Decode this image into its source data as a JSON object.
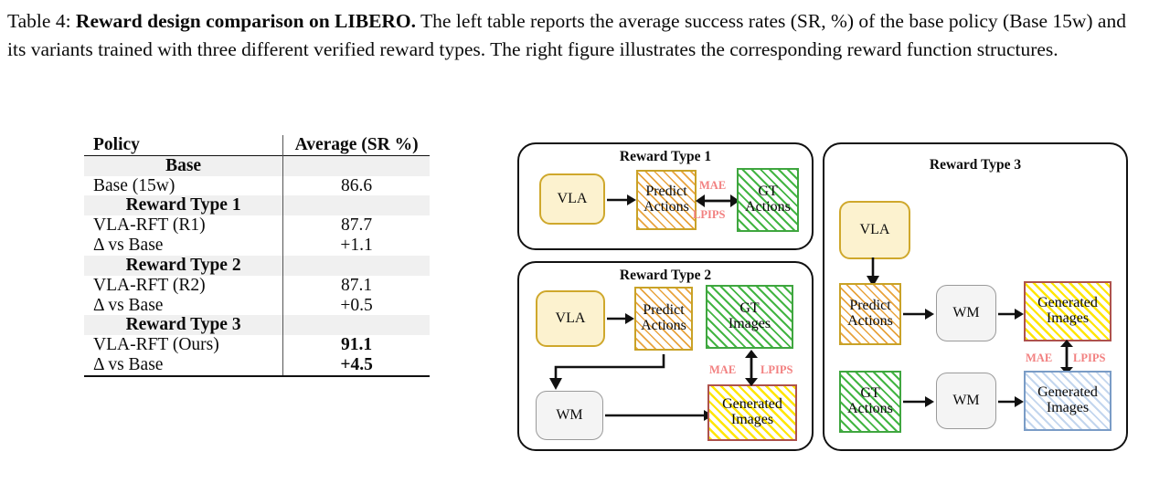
{
  "caption": {
    "label": "Table 4:",
    "bold_title": "Reward design comparison on LIBERO.",
    "body": "The left table reports the average success rates (SR, %) of the base policy (Base 15w) and its variants trained with three different verified reward types. The right figure illustrates the corresponding reward function structures."
  },
  "table": {
    "columns": [
      "Policy",
      "Average (SR %)"
    ],
    "groups": [
      {
        "header": "Base",
        "rows": [
          {
            "policy": "Base (15w)",
            "average": "86.6",
            "bold": false
          }
        ]
      },
      {
        "header": "Reward Type 1",
        "rows": [
          {
            "policy": "VLA-RFT (R1)",
            "average": "87.7",
            "bold": false
          },
          {
            "policy": "Δ vs Base",
            "average": "+1.1",
            "bold": false
          }
        ]
      },
      {
        "header": "Reward Type 2",
        "rows": [
          {
            "policy": "VLA-RFT (R2)",
            "average": "87.1",
            "bold": false
          },
          {
            "policy": "Δ vs Base",
            "average": "+0.5",
            "bold": false
          }
        ]
      },
      {
        "header": "Reward Type 3",
        "rows": [
          {
            "policy": "VLA-RFT (Ours)",
            "average": "91.1",
            "bold": true
          },
          {
            "policy": "Δ vs Base",
            "average": "+4.5",
            "bold": true
          }
        ]
      }
    ]
  },
  "figure": {
    "panels": [
      {
        "title": "Reward Type 1",
        "nodes": {
          "vla": "VLA",
          "predict_actions": "Predict\nActions",
          "gt_actions": "GT\nActions"
        },
        "metrics": {
          "mae": "MAE",
          "lpips": "LPIPS"
        }
      },
      {
        "title": "Reward Type 2",
        "nodes": {
          "vla": "VLA",
          "predict_actions": "Predict\nActions",
          "gt_images": "GT\nImages",
          "wm": "WM",
          "generated_images": "Generated\nImages"
        },
        "metrics": {
          "mae": "MAE",
          "lpips": "LPIPS"
        }
      },
      {
        "title": "Reward Type 3",
        "nodes": {
          "vla": "VLA",
          "predict_actions": "Predict\nActions",
          "wm_top": "WM",
          "generated_images_top": "Generated\nImages",
          "gt_actions": "GT\nActions",
          "wm_bottom": "WM",
          "generated_images_bottom": "Generated\nImages"
        },
        "metrics": {
          "mae": "MAE",
          "lpips": "LPIPS"
        }
      }
    ]
  },
  "colors": {
    "vla_fill": "#fcf2cf",
    "vla_border": "#cfa82c",
    "predict_hatch": "#e8a33d",
    "predict_border": "#c9a227",
    "gt_hatch": "#43b543",
    "gt_border": "#3fa63f",
    "generated_yellow_hatch": "#ffe600",
    "generated_yellow_border": "#ae524b",
    "generated_blue_hatch": "#c3d6ee",
    "generated_blue_border": "#7a9cc6",
    "wm_fill": "#f4f4f4",
    "wm_border": "#9a9a9a",
    "metric_text": "#f28080",
    "group_row_band": "#f0f0f0"
  }
}
